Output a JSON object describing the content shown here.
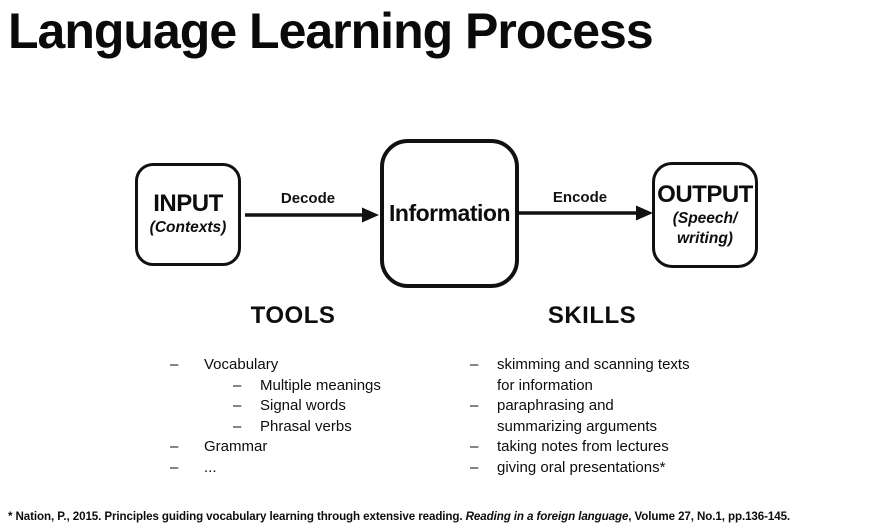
{
  "title": "Language Learning Process",
  "diagram": {
    "input_box": {
      "label": "INPUT",
      "sublabel": "(Contexts)"
    },
    "information_box": {
      "label": "Information"
    },
    "output_box": {
      "label": "OUTPUT",
      "sublabel": "(Speech/\nwriting)"
    },
    "decode_arrow_label": "Decode",
    "encode_arrow_label": "Encode"
  },
  "tools": {
    "heading": "TOOLS",
    "marker": "–",
    "items": [
      {
        "text": "Vocabulary",
        "level": 1
      },
      {
        "text": "Multiple meanings",
        "level": 2
      },
      {
        "text": "Signal words",
        "level": 2
      },
      {
        "text": "Phrasal verbs",
        "level": 2
      },
      {
        "text": "Grammar",
        "level": 1
      },
      {
        "text": "...",
        "level": 1
      }
    ]
  },
  "skills": {
    "heading": "SKILLS",
    "marker": "–",
    "items": [
      {
        "text": "skimming and scanning texts\nfor information"
      },
      {
        "text": "paraphrasing and\nsummarizing arguments"
      },
      {
        "text": "taking notes from lectures"
      },
      {
        "text": "giving oral presentations*"
      }
    ]
  },
  "footnote": {
    "prefix": "* Nation, P., 2015. Principles guiding vocabulary learning through extensive reading. ",
    "journal_italic": "Reading in a foreign language",
    "suffix": ", Volume 27, No.1, pp.136-145."
  },
  "colors": {
    "ink": "#111111",
    "background": "#ffffff"
  }
}
